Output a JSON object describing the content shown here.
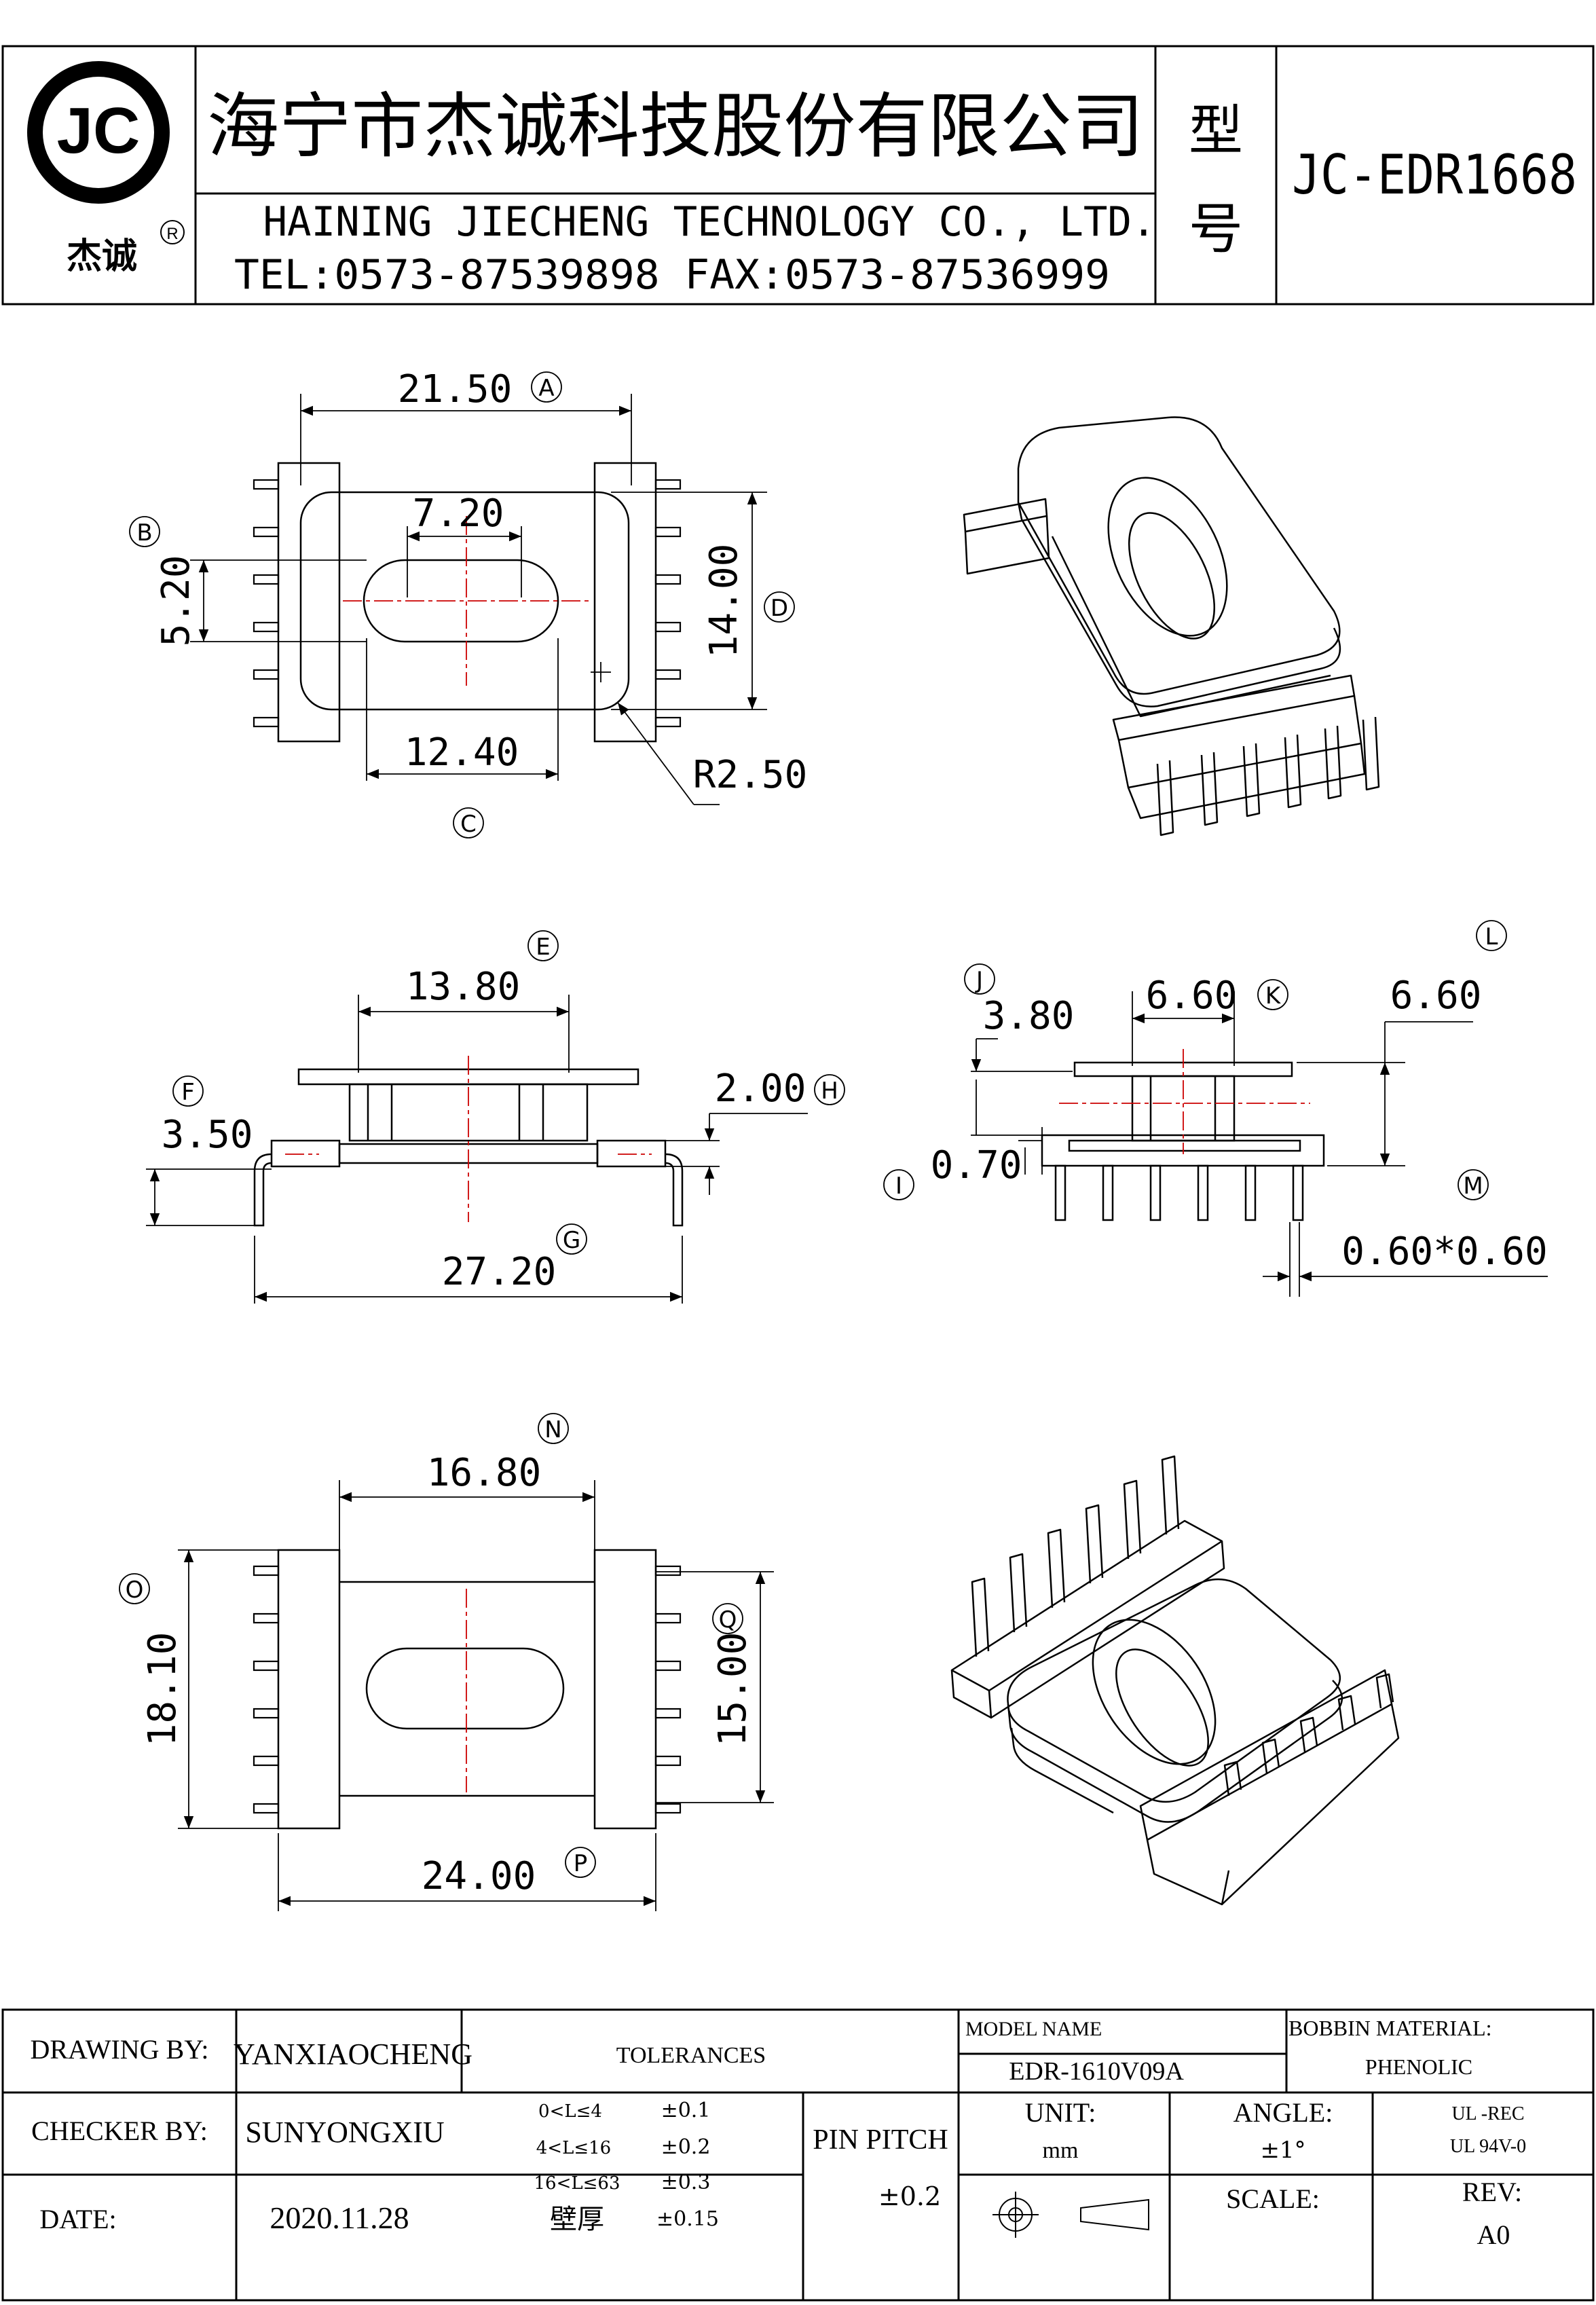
{
  "header": {
    "logo_text": "JC",
    "logo_cn": "杰诚",
    "registered_mark": "R",
    "company_cn": "海宁市杰诚科技股份有限公司",
    "company_en": "HAINING JIECHENG TECHNOLOGY CO., LTD.",
    "contact": "TEL:0573-87539898  FAX:0573-87536999",
    "type_label_1": "型",
    "type_label_2": "号",
    "model_code": "JC-EDR1668"
  },
  "top_view": {
    "width": "21.50",
    "width_tag": "A",
    "slot_width": "7.20",
    "slot_height": "5.20",
    "slot_height_tag": "B",
    "height": "14.00",
    "height_tag": "D",
    "flange_span": "12.40",
    "flange_span_tag": "C",
    "radius": "R2.50"
  },
  "front_view": {
    "top_width": "13.80",
    "top_width_tag": "E",
    "flange_height": "3.50",
    "flange_height_tag": "F",
    "base_thick": "2.00",
    "base_thick_tag": "H",
    "overall_width": "27.20",
    "overall_width_tag": "G"
  },
  "side_view": {
    "j_value": "3.80",
    "j_tag": "J",
    "k_value": "6.60",
    "k_tag": "K",
    "l_value": "6.60",
    "l_tag": "L",
    "i_value": "0.70",
    "i_tag": "I",
    "pin_size": "0.60*0.60",
    "pin_size_tag": "M"
  },
  "bottom_view": {
    "width": "16.80",
    "width_tag": "N",
    "height": "18.10",
    "height_tag": "O",
    "inner_height": "15.00",
    "inner_height_tag": "Q",
    "overall_width": "24.00",
    "overall_width_tag": "P"
  },
  "title_block": {
    "drawing_by_label": "DRAWING  BY:",
    "drawing_by": "YANXIAOCHENG",
    "tolerances_label": "TOLERANCES",
    "model_name_label": "MODEL NAME",
    "model_name": "EDR-1610V09A",
    "bobbin_material_label": "BOBBIN MATERIAL:",
    "bobbin_material": "PHENOLIC",
    "checker_by_label": "CHECKER  BY:",
    "checker_by": "SUNYONGXIU",
    "tol_row1_range": "0<L≤4",
    "tol_row1_val": "±0.1",
    "tol_row2_range": "4<L≤16",
    "tol_row2_val": "±0.2",
    "tol_row3_range": "16<L≤63",
    "tol_row3_val": "±0.3",
    "tol_row4_range": "壁厚",
    "tol_row4_val": "±0.15",
    "pin_pitch_label": "PIN PITCH",
    "pin_pitch_tol": "±0.2",
    "unit_label": "UNIT:",
    "unit": "mm",
    "angle_label": "ANGLE:",
    "angle": "±1°",
    "ul_rec": "UL -REC",
    "ul_rating": "UL  94V-0",
    "date_label": "DATE:",
    "date": "2020.11.28",
    "scale_label": "SCALE:",
    "rev_label": "REV:",
    "rev": "A0"
  }
}
